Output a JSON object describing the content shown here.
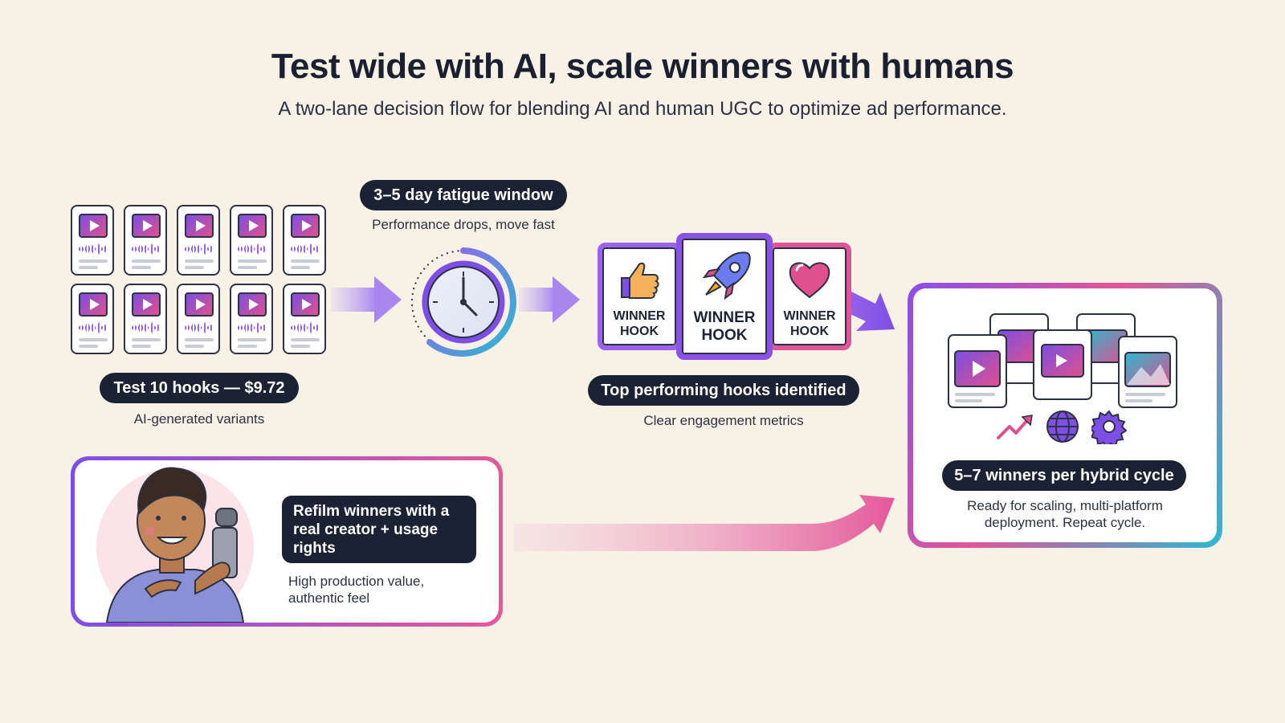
{
  "header": {
    "title": "Test wide with AI, scale winners with humans",
    "subtitle": "A two-lane decision flow for blending AI and human UGC to optimize ad performance."
  },
  "test_stage": {
    "variant_count": 10,
    "pill": "Test 10 hooks — $9.72",
    "caption": "AI-generated variants"
  },
  "fatigue_stage": {
    "pill": "3–5 day fatigue window",
    "caption": "Performance drops, move fast"
  },
  "winners_stage": {
    "hooks": [
      {
        "label": "WINNER HOOK",
        "icon": "thumbs-up-icon"
      },
      {
        "label": "WINNER HOOK",
        "icon": "rocket-icon"
      },
      {
        "label": "WINNER HOOK",
        "icon": "heart-icon"
      }
    ],
    "pill": "Top performing hooks identified",
    "caption": "Clear engagement metrics"
  },
  "creator_stage": {
    "title": "Refilm winners with a real creator + usage rights",
    "caption": "High production value, authentic feel"
  },
  "result_stage": {
    "pill": "5–7 winners per hybrid cycle",
    "caption": "Ready for scaling, multi-platform deployment. Repeat cycle.",
    "icons": [
      "trend-up-icon",
      "globe-icon",
      "gear-icon"
    ]
  },
  "colors": {
    "purple": "#7d4fe6",
    "pink": "#e3599a",
    "teal": "#2db8d0",
    "navy": "#1a2233",
    "background": "#f8f1e6"
  }
}
